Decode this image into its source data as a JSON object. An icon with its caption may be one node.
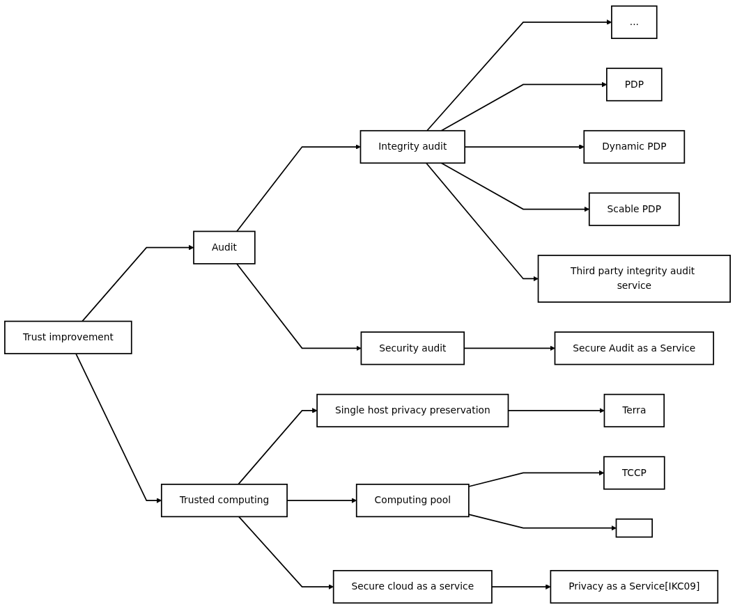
{
  "diagram": {
    "nodes": [
      {
        "text": [
          "Trust improvement"
        ]
      },
      {
        "text": [
          "Audit"
        ]
      },
      {
        "text": [
          "Trusted computing"
        ]
      },
      {
        "text": [
          "Integrity audit"
        ]
      },
      {
        "text": [
          "Security audit"
        ]
      },
      {
        "text": [
          "..."
        ]
      },
      {
        "text": [
          "PDP"
        ]
      },
      {
        "text": [
          "Dynamic PDP"
        ]
      },
      {
        "text": [
          "Scable PDP"
        ]
      },
      {
        "text": [
          "Third party integrity audit service"
        ]
      },
      {
        "text": [
          "Secure Audit as a Service"
        ]
      },
      {
        "text": [
          "Single host privacy preservation"
        ]
      },
      {
        "text": [
          "Computing pool"
        ]
      },
      {
        "text": [
          "Secure cloud as a service"
        ]
      },
      {
        "text": [
          "Terra"
        ]
      },
      {
        "text": [
          "TCCP"
        ]
      },
      {
        "text": [],
        "shape": "box"
      },
      {
        "text": [
          "Privacy as a Service[IKC09]"
        ]
      }
    ],
    "edges": [
      {
        "from": 0,
        "to": 1,
        "arrow": "to"
      },
      {
        "from": 0,
        "to": 2,
        "arrow": "to"
      },
      {
        "from": 1,
        "to": 3,
        "arrow": "to"
      },
      {
        "from": 1,
        "to": 4,
        "arrow": "to"
      },
      {
        "from": 3,
        "to": 5,
        "arrow": "to"
      },
      {
        "from": 3,
        "to": 6,
        "arrow": "to"
      },
      {
        "from": 3,
        "to": 7,
        "arrow": "to"
      },
      {
        "from": 3,
        "to": 8,
        "arrow": "to"
      },
      {
        "from": 3,
        "to": 9,
        "arrow": "to"
      },
      {
        "from": 4,
        "to": 10,
        "arrow": "to"
      },
      {
        "from": 2,
        "to": 11,
        "arrow": "to"
      },
      {
        "from": 2,
        "to": 12,
        "arrow": "to"
      },
      {
        "from": 2,
        "to": 13,
        "arrow": "to"
      },
      {
        "from": 11,
        "to": 14,
        "arrow": "to"
      },
      {
        "from": 12,
        "to": 15,
        "arrow": "to"
      },
      {
        "from": 12,
        "to": 16,
        "arrow": "to"
      },
      {
        "from": 13,
        "to": 17,
        "arrow": "to"
      }
    ]
  }
}
